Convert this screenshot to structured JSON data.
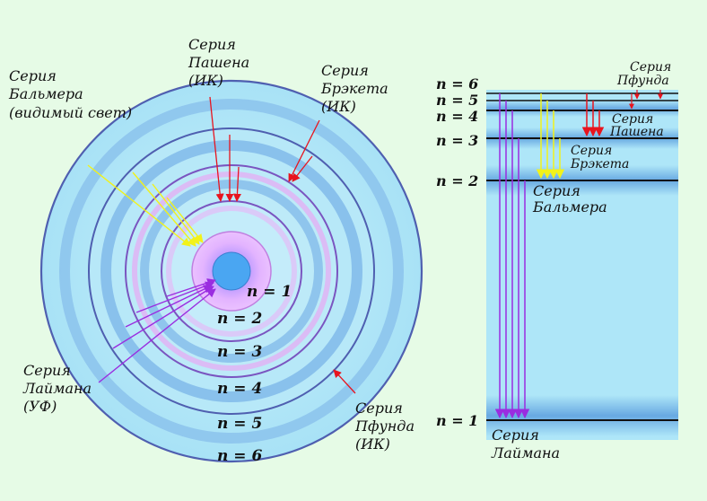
{
  "atom": {
    "labels": {
      "paschen": [
        "Серия",
        "Пашена",
        "(ИК)"
      ],
      "balmer": [
        "Серия",
        "Бальмера",
        "(видимый свет)"
      ],
      "brackett": [
        "Серия",
        "Брэкета",
        "(ИК)"
      ],
      "lyman": [
        "Серия",
        "Лаймана",
        "(УФ)"
      ],
      "pfund": [
        "Серия",
        "Пфунда",
        "(ИК)"
      ]
    },
    "levels": [
      "n = 1",
      "n = 2",
      "n = 3",
      "n = 4",
      "n = 5",
      "n = 6"
    ]
  },
  "energy": {
    "levels": [
      "n = 1",
      "n = 2",
      "n = 3",
      "n = 4",
      "n = 5",
      "n = 6"
    ],
    "labels": {
      "pfund": [
        "Серия",
        "Пфунда"
      ],
      "paschen": [
        "Серия",
        "Пашена"
      ],
      "brackett": [
        "Серия",
        "Брэкета"
      ],
      "balmer": [
        "Серия",
        "Бальмера"
      ],
      "lyman": [
        "Серия",
        "Лаймана"
      ]
    }
  },
  "colors": {
    "lyman": "#9a2de0",
    "balmer": "#f2f21a",
    "paschen": "#e8141e",
    "brackett": "#e8141e",
    "pfund": "#e8141e",
    "panel": "#aee6f8"
  }
}
